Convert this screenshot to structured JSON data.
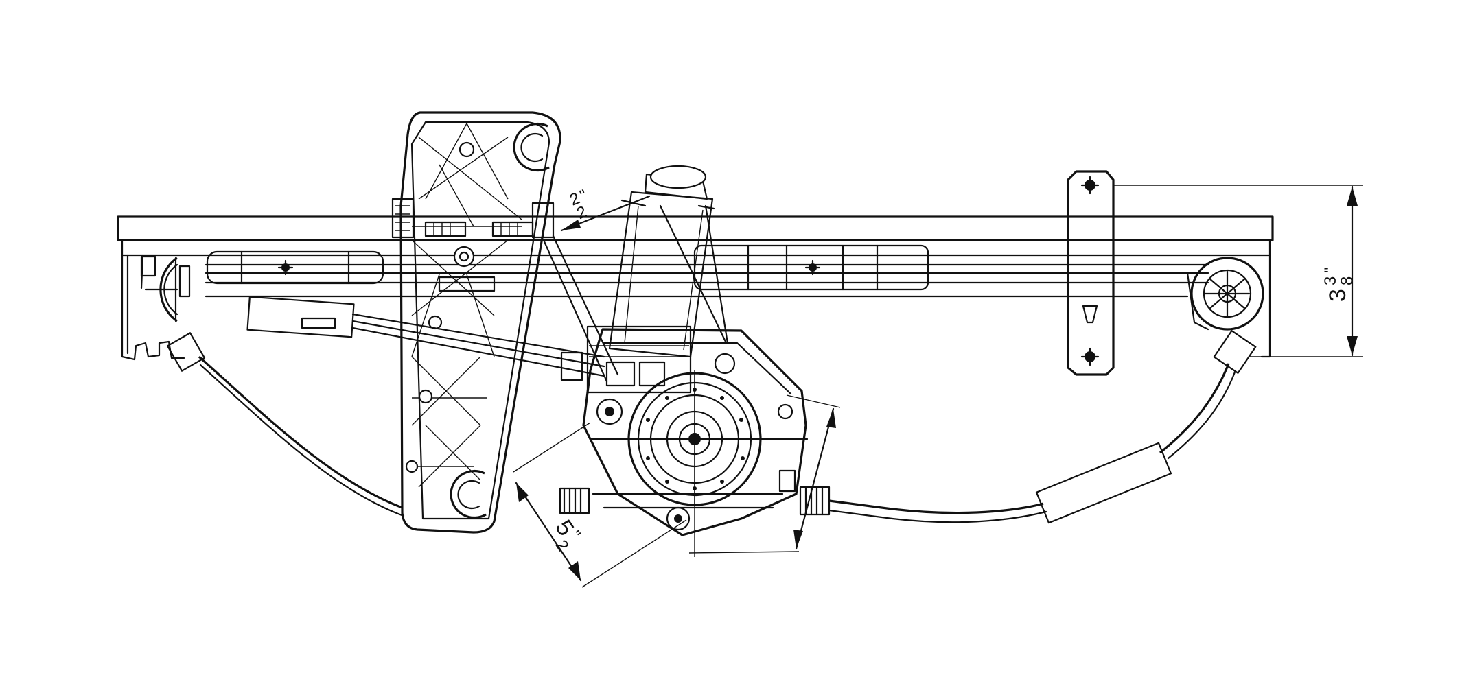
{
  "dimensions": {
    "bracket_height": {
      "whole": "3",
      "num": "3",
      "den": "8",
      "mark": "\""
    },
    "motor_offset": {
      "whole": "2",
      "den": "2",
      "mark": "\""
    },
    "motor_diagonal": {
      "whole": "5",
      "den": "2",
      "mark": "\""
    }
  },
  "colors": {
    "line": "#111111",
    "background": "#ffffff"
  }
}
